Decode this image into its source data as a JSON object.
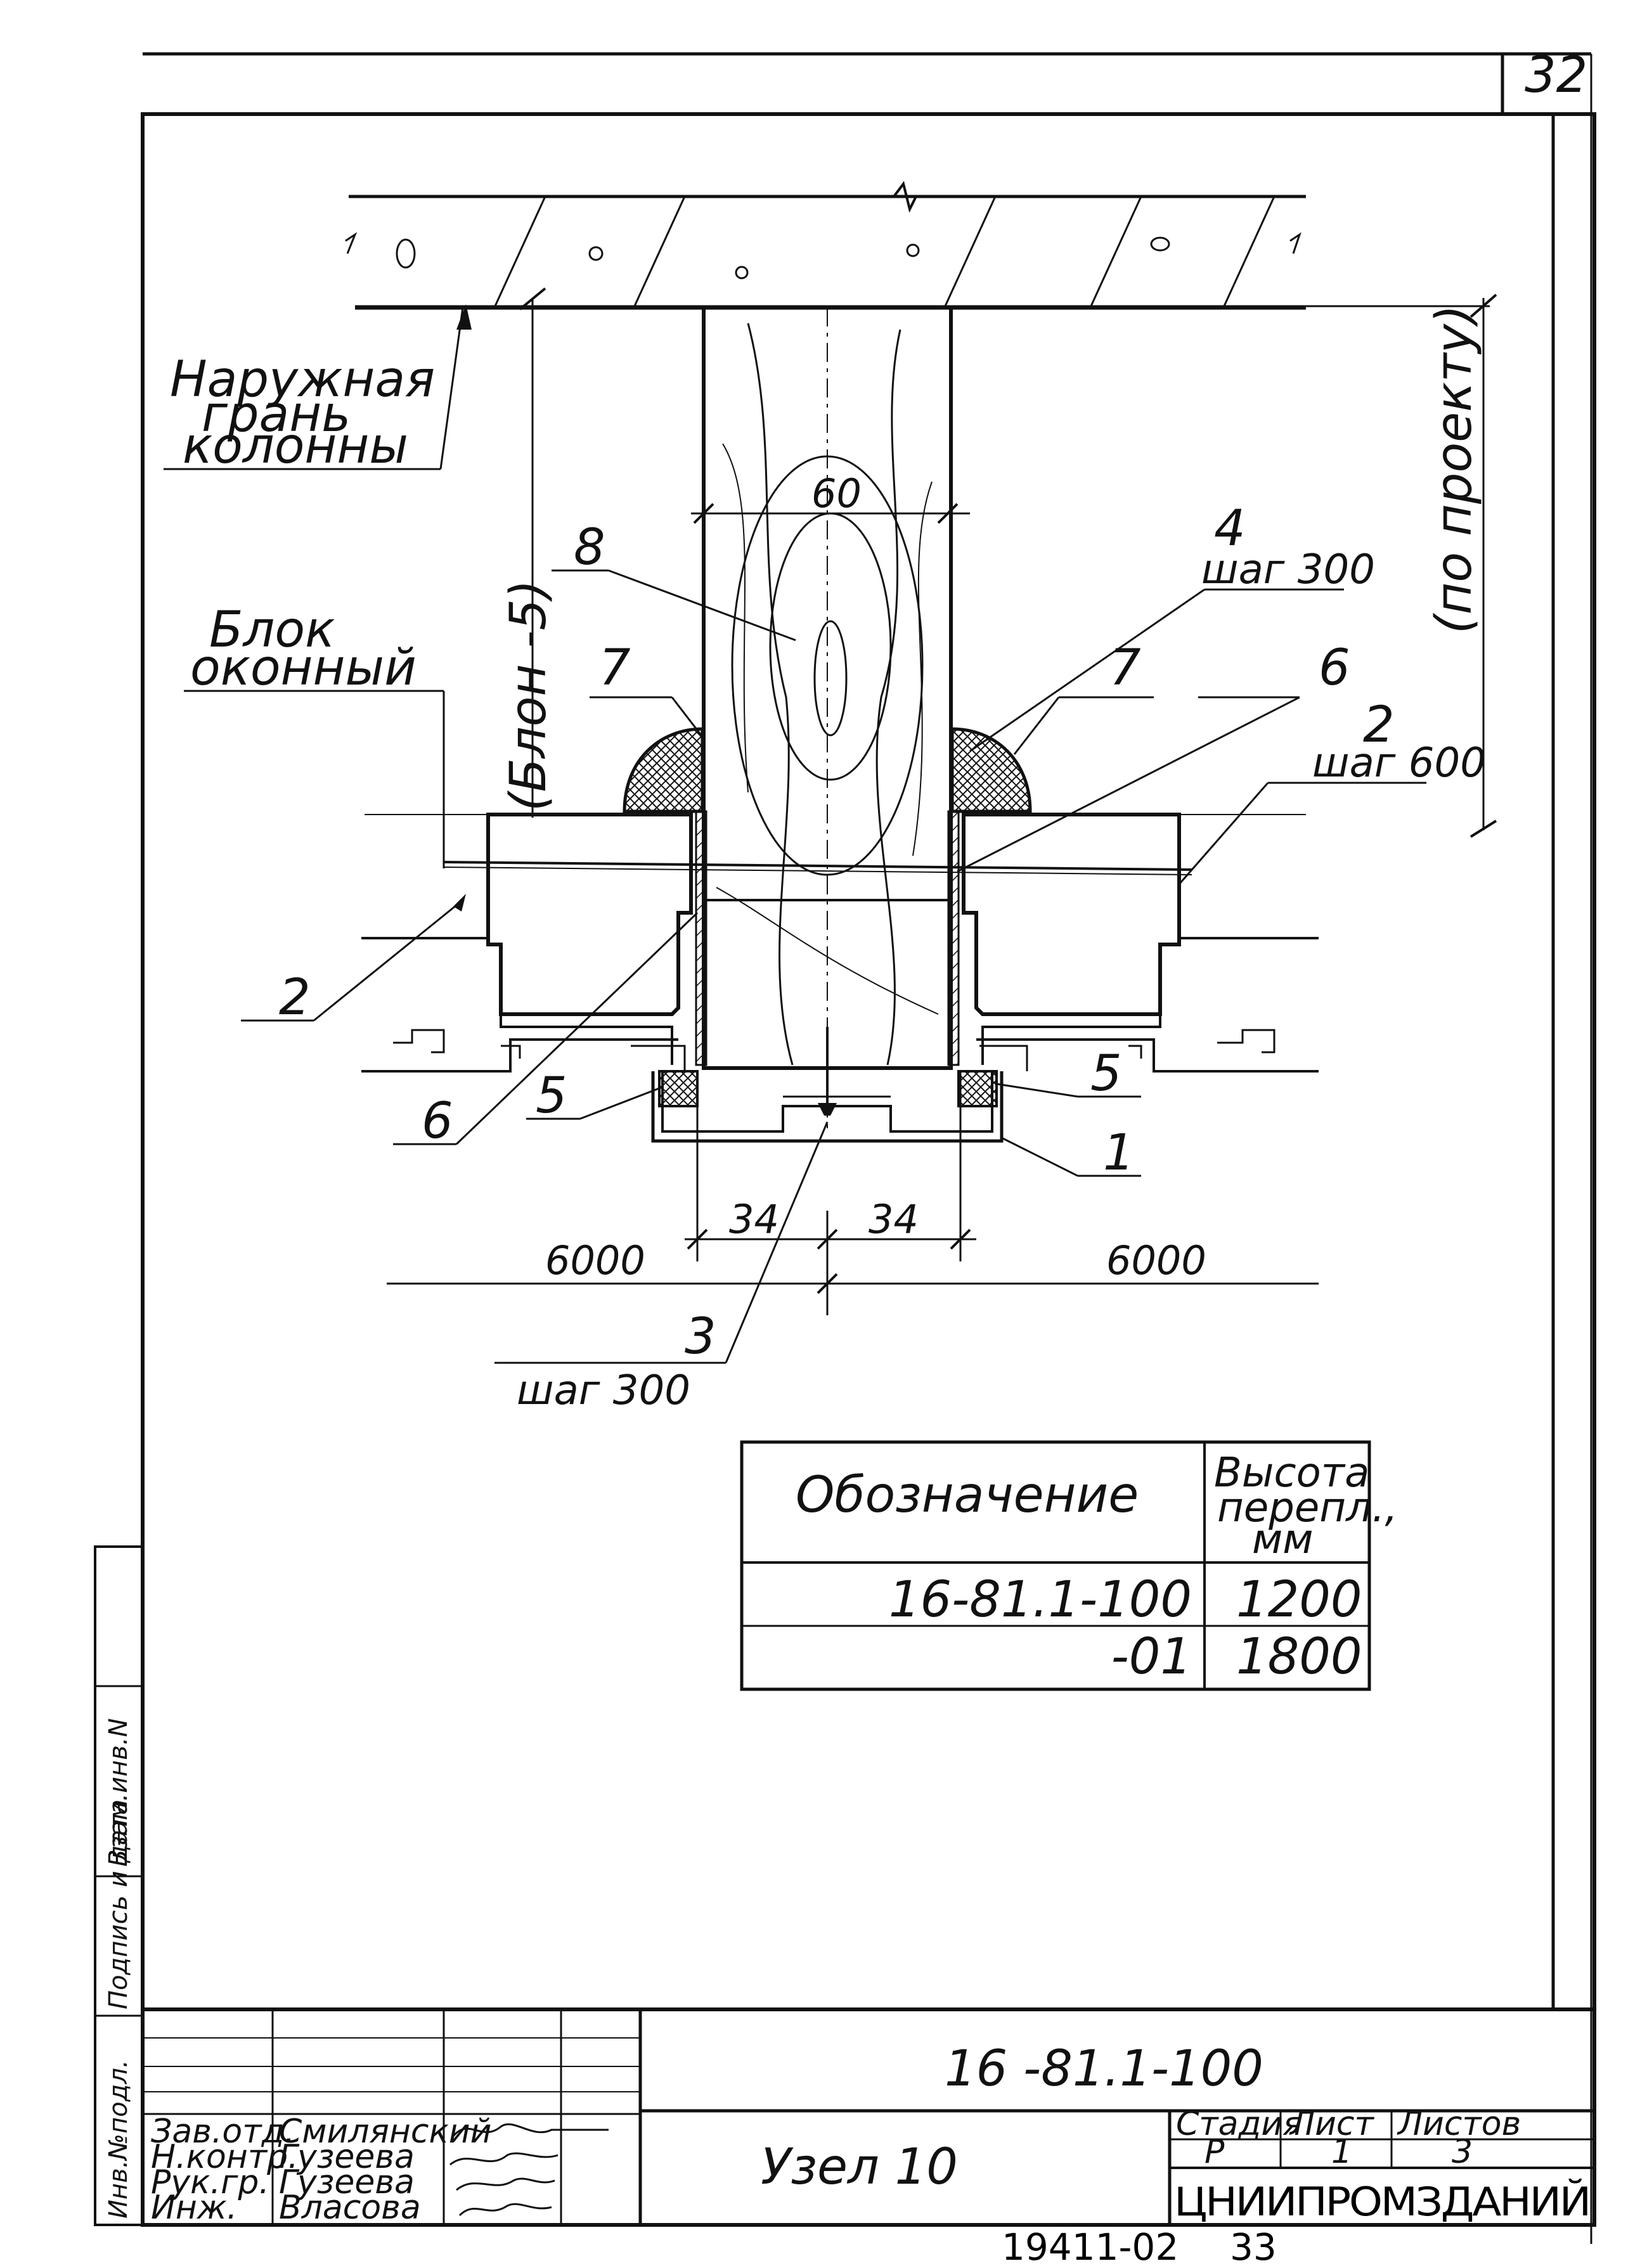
{
  "page_number": "32",
  "labels": {
    "column_face": [
      "Наружная",
      "грань",
      "колонны"
    ],
    "window_block": [
      "Блок",
      "оконный"
    ],
    "span_left": "(Блон -5)",
    "by_project": "(по проекту)"
  },
  "callouts": {
    "c8": "8",
    "c4": "4",
    "c4_step": "шаг 300",
    "c7_left": "7",
    "c7_right": "7",
    "c6_right": "6",
    "c2_right": "2",
    "c2_right_step": "шаг 600",
    "c2_left": "2",
    "c6_left": "6",
    "c5_left": "5",
    "c5_right": "5",
    "c1": "1",
    "c3": "3",
    "c3_step": "шаг 300"
  },
  "dimensions": {
    "d60": "60",
    "d34_left": "34",
    "d34_right": "34",
    "d6000_left": "6000",
    "d6000_right": "6000"
  },
  "spec_table": {
    "header_designation": "Обозначение",
    "header_height": [
      "Высота",
      "перепл.,",
      "мм"
    ],
    "rows": [
      {
        "designation": "16-81.1-100",
        "height": "1200"
      },
      {
        "designation": "-01",
        "height": "1800"
      }
    ]
  },
  "title_block": {
    "document_code": "16 -81.1-100",
    "node_title": "Узел  10",
    "stage_header": "Стадия",
    "sheet_header": "Лист",
    "sheets_header": "Листов",
    "stage": "Р",
    "sheet": "1",
    "sheets": "3",
    "organization": "ЦНИИПРОМЗДАНИЙ",
    "roles": [
      "Зав.отд.",
      "Н.контр.",
      "Рук.гр.",
      "Инж."
    ],
    "names": [
      "Смилянский",
      "Гузеева",
      "Гузеева",
      "Власова"
    ]
  },
  "side_stamp": {
    "inv_orig": "Инв.№подл.",
    "sign_date": "Подпись и дата",
    "replace_inv": "Взам.инв.N"
  },
  "footer": {
    "archive_number": "19411-02",
    "page": "33"
  }
}
